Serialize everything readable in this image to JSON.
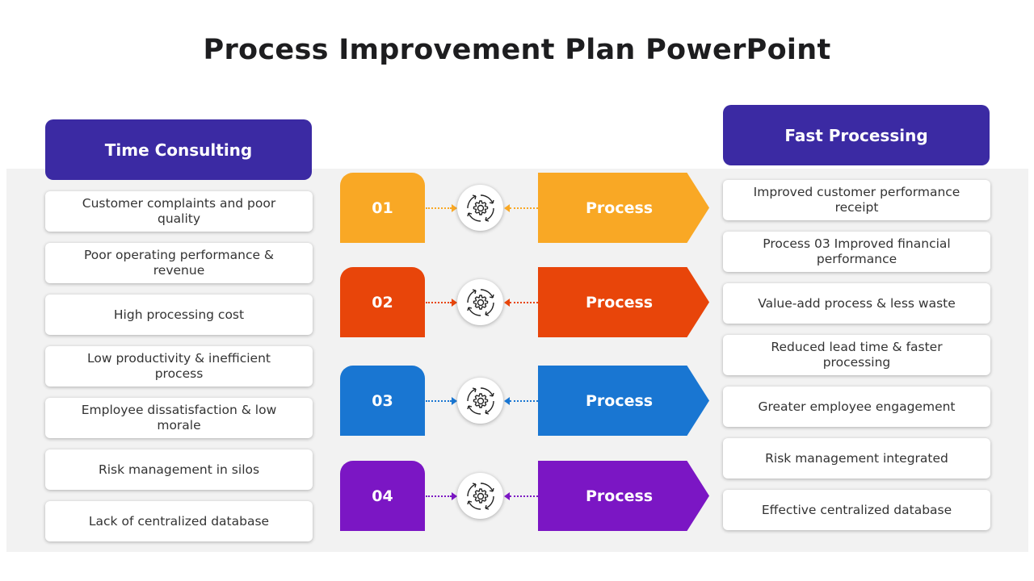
{
  "title": "Process Improvement Plan PowerPoint",
  "left": {
    "header": "Time Consulting",
    "items": [
      "Customer complaints and poor quality",
      "Poor operating performance & revenue",
      "High processing cost",
      "Low productivity & inefficient process",
      "Employee dissatisfaction & low morale",
      "Risk management in silos",
      "Lack of centralized database"
    ]
  },
  "right": {
    "header": "Fast Processing",
    "items": [
      "Improved customer performance receipt",
      "Process 03 Improved financial performance",
      "Value-add process & less waste",
      "Reduced lead time & faster processing",
      "Greater employee engagement",
      "Risk management integrated",
      "Effective centralized database"
    ]
  },
  "steps": [
    {
      "number": "01",
      "label": "Process",
      "color": "#f9a825",
      "icon": "gear-cycle-icon"
    },
    {
      "number": "02",
      "label": "Process",
      "color": "#e8450a",
      "icon": "gear-cycle-icon"
    },
    {
      "number": "03",
      "label": "Process",
      "color": "#1976d2",
      "icon": "gear-cycle-icon"
    },
    {
      "number": "04",
      "label": "Process",
      "color": "#7b16c4",
      "icon": "gear-cycle-icon"
    }
  ],
  "colors": {
    "header": "#3b2aa3",
    "band": "#f2f2f2"
  }
}
